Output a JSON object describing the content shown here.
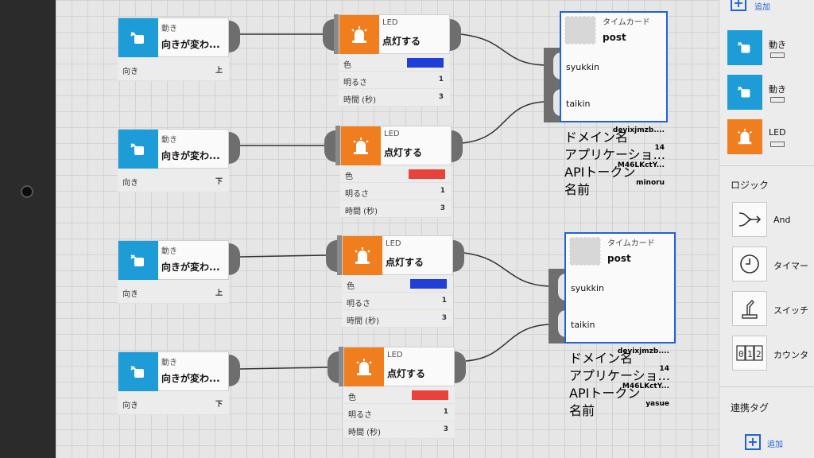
{
  "motion_nodes": [
    {
      "type": "動き",
      "title": "向きが変わ...",
      "prop_label": "向き",
      "prop_value": "上"
    },
    {
      "type": "動き",
      "title": "向きが変わ...",
      "prop_label": "向き",
      "prop_value": "下"
    },
    {
      "type": "動き",
      "title": "向きが変わ...",
      "prop_label": "向き",
      "prop_value": "上"
    },
    {
      "type": "動き",
      "title": "向きが変わ...",
      "prop_label": "向き",
      "prop_value": "下"
    }
  ],
  "led_nodes": [
    {
      "type": "LED",
      "title": "点灯する",
      "color_label": "色",
      "color_value": "#1f3fd8",
      "brightness_label": "明るさ",
      "brightness_value": "1",
      "time_label": "時間 (秒)",
      "time_value": "3"
    },
    {
      "type": "LED",
      "title": "点灯する",
      "color_label": "色",
      "color_value": "#e8423a",
      "brightness_label": "明るさ",
      "brightness_value": "1",
      "time_label": "時間 (秒)",
      "time_value": "3"
    },
    {
      "type": "LED",
      "title": "点灯する",
      "color_label": "色",
      "color_value": "#1f3fd8",
      "brightness_label": "明るさ",
      "brightness_value": "1",
      "time_label": "時間 (秒)",
      "time_value": "3"
    },
    {
      "type": "LED",
      "title": "点灯する",
      "color_label": "色",
      "color_value": "#e8423a",
      "brightness_label": "明るさ",
      "brightness_value": "1",
      "time_label": "時間 (秒)",
      "time_value": "3"
    }
  ],
  "timecard_nodes": [
    {
      "type": "タイムカード",
      "title": "post",
      "input1": "syukkin",
      "input2": "taikin",
      "props": [
        {
          "k": "ドメイン名",
          "v": "devixjmzb...."
        },
        {
          "k": "アプリケーショ...",
          "v": "14"
        },
        {
          "k": "APIトークン",
          "v": "M46LKctY..."
        },
        {
          "k": "名前",
          "v": "minoru"
        }
      ]
    },
    {
      "type": "タイムカード",
      "title": "post",
      "input1": "syukkin",
      "input2": "taikin",
      "props": [
        {
          "k": "ドメイン名",
          "v": "devixjmzb...."
        },
        {
          "k": "アプリケーショ...",
          "v": "14"
        },
        {
          "k": "APIトークン",
          "v": "M46LKctY..."
        },
        {
          "k": "名前",
          "v": "yasue"
        }
      ]
    }
  ],
  "sidebar": {
    "top_add_label": "追加",
    "devices": [
      {
        "label": "動き",
        "icon": "motion-icon"
      },
      {
        "label": "動き",
        "icon": "motion-icon"
      },
      {
        "label": "LED",
        "icon": "led-icon"
      }
    ],
    "logic_heading": "ロジック",
    "logic_items": [
      {
        "label": "And",
        "icon": "and-icon"
      },
      {
        "label": "タイマー",
        "icon": "timer-icon"
      },
      {
        "label": "スイッチ",
        "icon": "switch-icon"
      },
      {
        "label": "カウンタ",
        "icon": "counter-icon"
      }
    ],
    "tags_heading": "連携タグ",
    "tags_add_label": "追加"
  },
  "colors": {
    "accent": "#1f63d6",
    "motion": "#1e9cd8",
    "led": "#f07d1e"
  }
}
